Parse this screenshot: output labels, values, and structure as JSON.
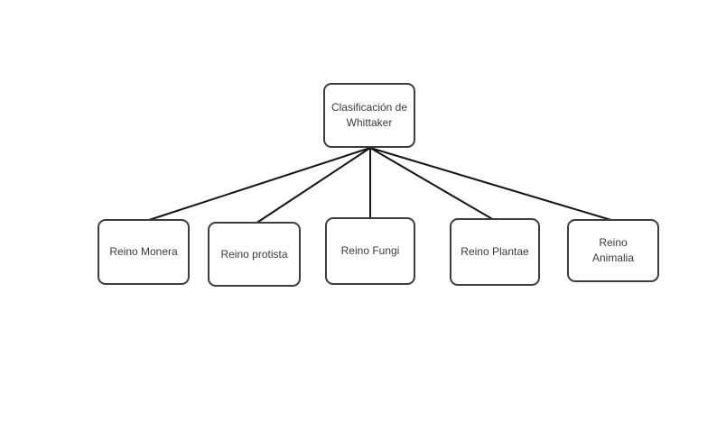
{
  "diagram": {
    "title": "Clasificación de Whittaker",
    "nodes": {
      "root": {
        "id": "root",
        "label": "Clasificación de Whittaker"
      },
      "children": [
        {
          "id": "monera",
          "label": "Reino Monera"
        },
        {
          "id": "protista",
          "label": "Reino protista"
        },
        {
          "id": "fungi",
          "label": "Reino Fungi"
        },
        {
          "id": "plantae",
          "label": "Reino Plantae"
        },
        {
          "id": "animalia",
          "label": "Reino Animalia"
        }
      ]
    },
    "edges": [
      {
        "from": "root",
        "to": "monera"
      },
      {
        "from": "root",
        "to": "protista"
      },
      {
        "from": "root",
        "to": "fungi"
      },
      {
        "from": "root",
        "to": "plantae"
      },
      {
        "from": "root",
        "to": "animalia"
      }
    ],
    "colors": {
      "background": "#ffffff",
      "node_fill": "#ffffff",
      "node_border": "#3d3d3d",
      "connector": "#141414",
      "text": "#3a3a3a"
    }
  }
}
